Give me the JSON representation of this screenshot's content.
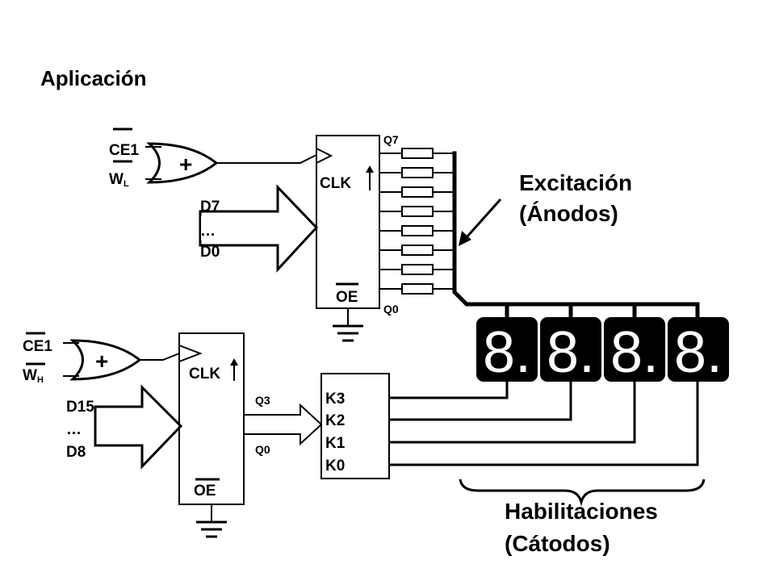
{
  "title": "Aplicación",
  "upper_latch": {
    "gate_inputs": [
      "CE1",
      "W",
      "L"
    ],
    "gate_symbol": "+",
    "data_top": "D7",
    "data_ellipsis": "…",
    "data_bottom": "D0",
    "clk": "CLK",
    "oe": "OE",
    "out_top": "Q7",
    "out_bottom": "Q0"
  },
  "lower_latch": {
    "gate_inputs": [
      "CE1",
      "W",
      "H"
    ],
    "gate_symbol": "+",
    "data_top": "D15",
    "data_ellipsis": "…",
    "data_bottom": "D8",
    "clk": "CLK",
    "oe": "OE",
    "out_top": "Q3",
    "out_bottom": "Q0"
  },
  "driver": {
    "lines": [
      "K3",
      "K2",
      "K1",
      "K0"
    ]
  },
  "displays": {
    "digits": [
      "8.",
      "8.",
      "8.",
      "8."
    ]
  },
  "annotations": {
    "anode_line1": "Excitación",
    "anode_line2": "(Ánodos)",
    "cathode_line1": "Habilitaciones",
    "cathode_line2": "(Cátodos)"
  }
}
